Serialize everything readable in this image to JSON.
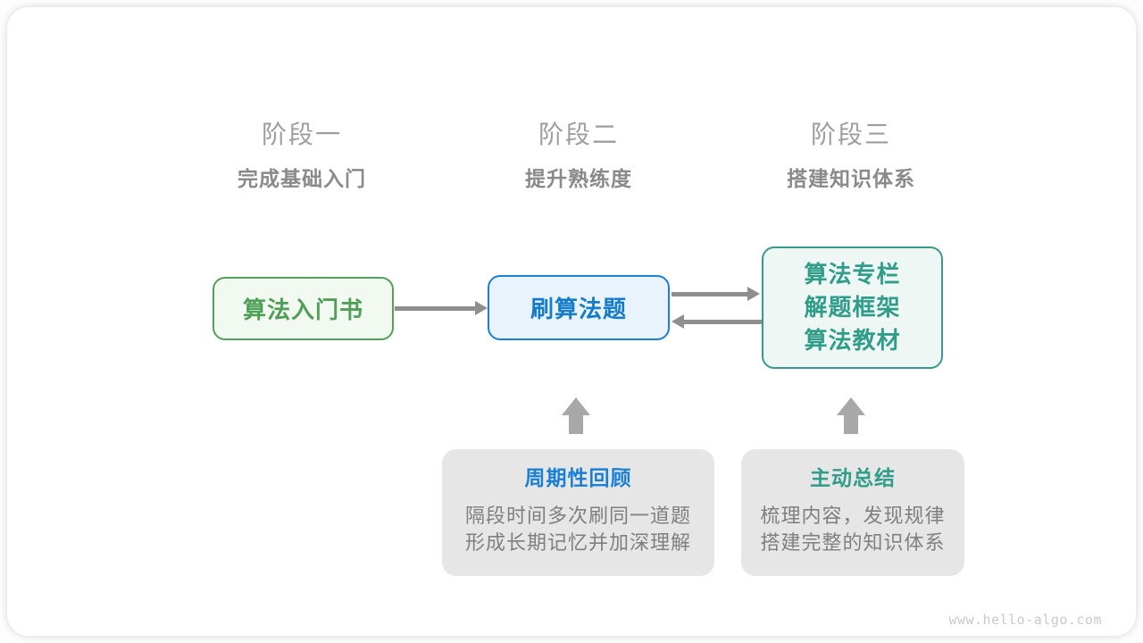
{
  "page": {
    "watermark": "www.hello-algo.com"
  },
  "stages": [
    {
      "title": "阶段一",
      "subtitle": "完成基础入门"
    },
    {
      "title": "阶段二",
      "subtitle": "提升熟练度"
    },
    {
      "title": "阶段三",
      "subtitle": "搭建知识体系"
    }
  ],
  "nodes": {
    "intro_book": {
      "label": "算法入门书"
    },
    "practice": {
      "label": "刷算法题"
    },
    "resources": {
      "lines": [
        "算法专栏",
        "解题框架",
        "算法教材"
      ]
    }
  },
  "notes": [
    {
      "title": "周期性回顾",
      "lines": [
        "隔段时间多次刷同一道题",
        "形成长期记忆并加深理解"
      ]
    },
    {
      "title": "主动总结",
      "lines": [
        "梳理内容，发现规律",
        "搭建完整的知识体系"
      ]
    }
  ],
  "colors": {
    "stage_title": "#9e9e9e",
    "stage_subtitle": "#8a8a8a",
    "green_accent": "#55a15c",
    "green_fill": "#f2f9f0",
    "blue_accent": "#1a80d6",
    "blue_fill": "#e9f3fc",
    "teal_accent": "#359c8c",
    "teal_fill": "#eef7f3",
    "note_fill": "#e6e6e6",
    "note_text": "#7f7f7f",
    "arrow": "#8f8f8f",
    "up_arrow": "#a8a8a8",
    "watermark": "#c9c9c9"
  }
}
